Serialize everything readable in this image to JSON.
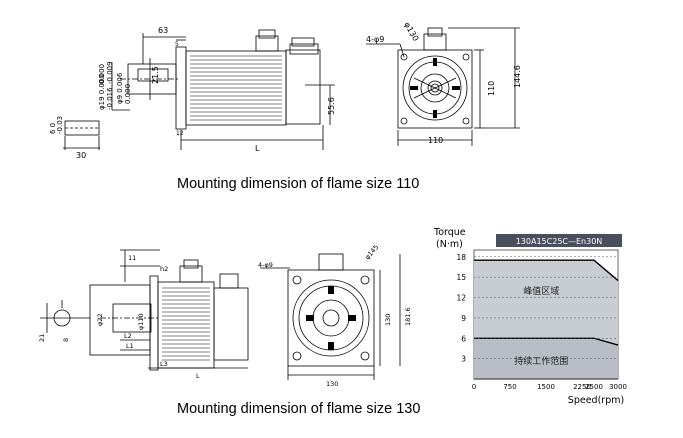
{
  "section_110": {
    "caption": "Mounting dimension of flame size 110",
    "side_view_dims": {
      "top_length": "63",
      "flange_thickness": "5",
      "tol_1": "0.000",
      "tol_2": "-0.009",
      "tol_3": "φ19 0.000",
      "tol_4": "-0.016",
      "shaft_tol": "φ9 0.006",
      "shaft_tol_2": "0.000",
      "shaft_len": "21.5",
      "flange_edge": "12",
      "base_height": "55.6",
      "overall_length": "L"
    },
    "key_view_dims": {
      "key_tol_1": "6 0",
      "key_tol_2": "-0.03",
      "key_width": "30"
    },
    "front_view_dims": {
      "holes": "4-φ9",
      "pcd": "φ130",
      "square": "110",
      "height": "110",
      "overall_height": "144.6"
    }
  },
  "section_130": {
    "caption": "Mounting dimension of flame size 130",
    "side_view_dims": {
      "top": "11",
      "h2": "h2",
      "shaft_d": "φ22",
      "pilot_d": "φ110",
      "len_l2": "L2",
      "len_l1": "L1",
      "len_l3": "L3",
      "overall_length": "L"
    },
    "key_view_dims": {
      "d1": "21",
      "d2": "8"
    },
    "front_view_dims": {
      "holes": "4-φ9",
      "pcd": "φ145",
      "square": "130",
      "height": "130",
      "overall_height": "181.6"
    }
  },
  "chart_data": {
    "type": "area",
    "title": "130A15C25C—En30N",
    "ylabel": "Torque\n(N·m)",
    "xlabel": "Speed(rpm)",
    "y_ticks": [
      18,
      15,
      12,
      9,
      6,
      3
    ],
    "x_ticks": [
      "0",
      "750",
      "1500",
      "2250",
      "2500",
      "3000"
    ],
    "x_tick_values": [
      0,
      750,
      1500,
      2250,
      2500,
      3000
    ],
    "xlim": [
      0,
      3000
    ],
    "ylim": [
      0,
      19
    ],
    "series": [
      {
        "name": "峰值区域",
        "x": [
          0,
          2500,
          3000
        ],
        "y": [
          17.5,
          17.5,
          14.5
        ]
      },
      {
        "name": "持续工作范围",
        "x": [
          0,
          2500,
          3000
        ],
        "y": [
          6.0,
          6.0,
          5.0
        ]
      }
    ],
    "region_labels": [
      "峰值区域",
      "持续工作范围"
    ],
    "colors": {
      "peak_fill": "#c8ccd3",
      "cont_fill": "#b9bdc6",
      "line": "#000000",
      "header": "#4a4f5c"
    }
  }
}
